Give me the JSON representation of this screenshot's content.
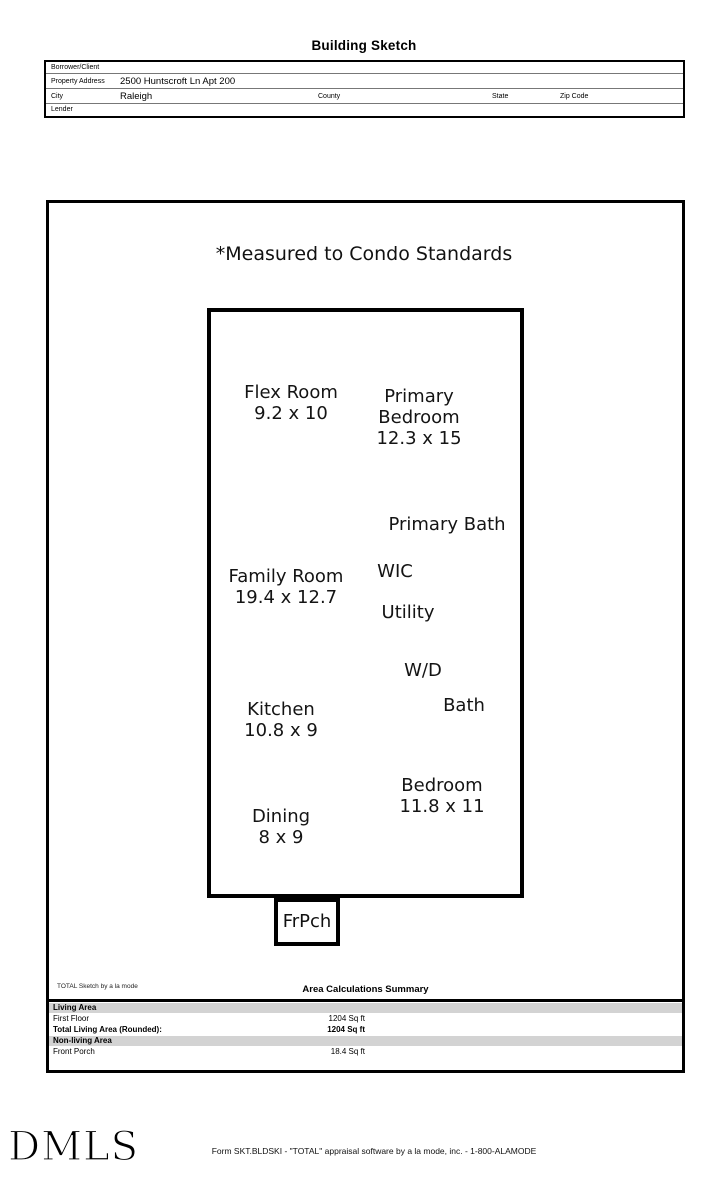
{
  "page": {
    "title": "Building Sketch"
  },
  "property_form": {
    "borrower_label": "Borrower/Client",
    "address_label": "Property Address",
    "address_value": "2500 Huntscroft Ln Apt 200",
    "city_label": "City",
    "city_value": "Raleigh",
    "county_label": "County",
    "state_label": "State",
    "zip_label": "Zip Code",
    "lender_label": "Lender"
  },
  "sketch": {
    "note": "*Measured to Condo Standards",
    "rooms": {
      "flex_room": {
        "name": "Flex Room",
        "dims": "9.2 x 10"
      },
      "primary_bedroom": {
        "name": "Primary Bedroom",
        "dims": "12.3 x 15"
      },
      "primary_bath": {
        "name": "Primary Bath"
      },
      "family_room": {
        "name": "Family Room",
        "dims": "19.4 x 12.7"
      },
      "wic": {
        "name": "WIC"
      },
      "utility": {
        "name": "Utility"
      },
      "washer_dryer": {
        "name": "W/D"
      },
      "kitchen": {
        "name": "Kitchen",
        "dims": "10.8 x 9"
      },
      "bath": {
        "name": "Bath"
      },
      "bedroom": {
        "name": "Bedroom",
        "dims": "11.8 x 11"
      },
      "dining": {
        "name": "Dining",
        "dims": "8 x 9"
      },
      "front_porch": {
        "name": "FrPch"
      }
    }
  },
  "area_summary": {
    "branding": "TOTAL Sketch by a la mode",
    "title": "Area Calculations Summary",
    "living_header": "Living Area",
    "first_floor_label": "First Floor",
    "first_floor_value": "1204 Sq ft",
    "total_label": "Total Living Area (Rounded):",
    "total_value": "1204 Sq ft",
    "nonliving_header": "Non-living Area",
    "front_porch_label": "Front Porch",
    "front_porch_value": "18.4 Sq ft"
  },
  "footer": {
    "logo": "DMLS",
    "form_text": "Form SKT.BLDSKI - \"TOTAL\" appraisal software by a la mode, inc. - 1-800-ALAMODE"
  }
}
